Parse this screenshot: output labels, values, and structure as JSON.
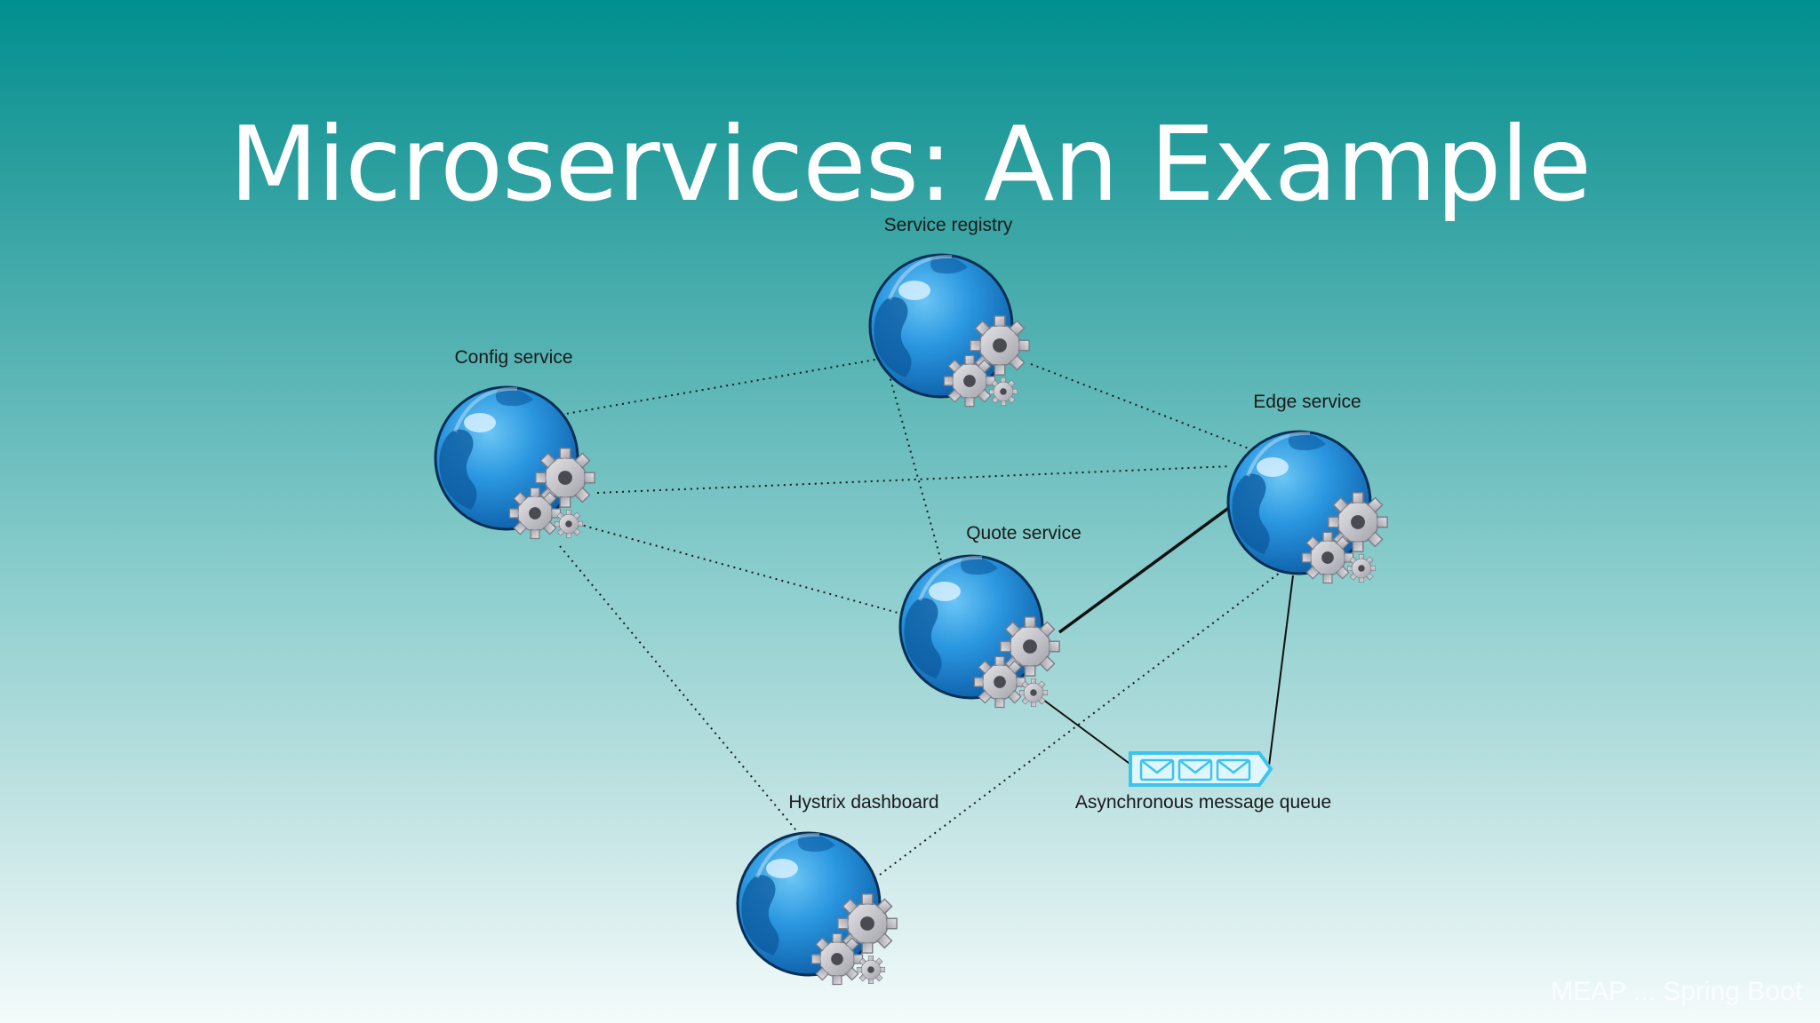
{
  "slide": {
    "title": "Microservices: An Example",
    "watermark": "MEAP ... Spring Boot"
  },
  "diagram": {
    "nodes": [
      {
        "id": "service-registry",
        "label": "Service registry",
        "kind": "globe-service-icon"
      },
      {
        "id": "config-service",
        "label": "Config service",
        "kind": "globe-service-icon"
      },
      {
        "id": "edge-service",
        "label": "Edge service",
        "kind": "globe-service-icon"
      },
      {
        "id": "quote-service",
        "label": "Quote service",
        "kind": "globe-service-icon"
      },
      {
        "id": "hystrix-dashboard",
        "label": "Hystrix dashboard",
        "kind": "globe-service-icon"
      },
      {
        "id": "message-queue",
        "label": "Asynchronous message queue",
        "kind": "message-queue-icon"
      }
    ],
    "edges": [
      {
        "from": "config-service",
        "to": "service-registry",
        "style": "dotted"
      },
      {
        "from": "config-service",
        "to": "edge-service",
        "style": "dotted"
      },
      {
        "from": "config-service",
        "to": "quote-service",
        "style": "dotted"
      },
      {
        "from": "config-service",
        "to": "hystrix-dashboard",
        "style": "dotted"
      },
      {
        "from": "service-registry",
        "to": "edge-service",
        "style": "dotted"
      },
      {
        "from": "service-registry",
        "to": "quote-service",
        "style": "dotted"
      },
      {
        "from": "hystrix-dashboard",
        "to": "edge-service",
        "style": "dotted"
      },
      {
        "from": "quote-service",
        "to": "edge-service",
        "style": "solid-thick"
      },
      {
        "from": "quote-service",
        "to": "message-queue",
        "style": "solid"
      },
      {
        "from": "edge-service",
        "to": "message-queue",
        "style": "solid"
      }
    ],
    "colors": {
      "globe": "#1a86d6",
      "globe_dark": "#0b4f8c",
      "gear": "#b9b9c0",
      "queue": "#3cc4ee",
      "line": "#1a1a1a"
    }
  }
}
